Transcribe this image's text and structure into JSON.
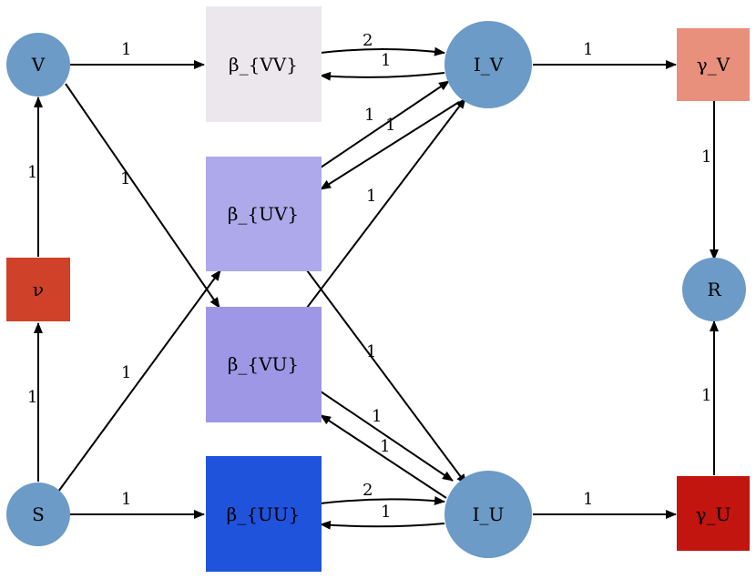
{
  "nodes": {
    "V": {
      "label": "V",
      "kind": "state",
      "color": "#6b9bc6"
    },
    "S": {
      "label": "S",
      "kind": "state",
      "color": "#6b9bc6"
    },
    "IV": {
      "label": "I_V",
      "kind": "state",
      "color": "#6b9bc6"
    },
    "IU": {
      "label": "I_U",
      "kind": "state",
      "color": "#6b9bc6"
    },
    "R": {
      "label": "R",
      "kind": "state",
      "color": "#6b9bc6"
    },
    "nu": {
      "label": "ν",
      "kind": "transition",
      "color": "#cf4128"
    },
    "bVV": {
      "label": "β_{VV}",
      "kind": "transition",
      "color": "#ebe7ed"
    },
    "bUV": {
      "label": "β_{UV}",
      "kind": "transition",
      "color": "#ada9ea"
    },
    "bVU": {
      "label": "β_{VU}",
      "kind": "transition",
      "color": "#9d97e5"
    },
    "bUU": {
      "label": "β_{UU}",
      "kind": "transition",
      "color": "#2053db"
    },
    "gV": {
      "label": "γ_V",
      "kind": "transition",
      "color": "#e8907c"
    },
    "gU": {
      "label": "γ_U",
      "kind": "transition",
      "color": "#c2150f"
    }
  },
  "edges": [
    {
      "id": "V-bVV",
      "from": "V",
      "to": "bVV",
      "weight": "1"
    },
    {
      "id": "bVV-IV",
      "from": "bVV",
      "to": "IV",
      "weight": "2"
    },
    {
      "id": "IV-bVV",
      "from": "IV",
      "to": "bVV",
      "weight": "1"
    },
    {
      "id": "IV-gV",
      "from": "IV",
      "to": "gV",
      "weight": "1"
    },
    {
      "id": "gV-R",
      "from": "gV",
      "to": "R",
      "weight": "1"
    },
    {
      "id": "nu-V",
      "from": "nu",
      "to": "V",
      "weight": "1"
    },
    {
      "id": "S-nu",
      "from": "S",
      "to": "nu",
      "weight": "1"
    },
    {
      "id": "V-bVU",
      "from": "V",
      "to": "bVU",
      "weight": "1"
    },
    {
      "id": "bUV-IV",
      "from": "bUV",
      "to": "IV",
      "weight": "1"
    },
    {
      "id": "IV-bUV",
      "from": "IV",
      "to": "bUV",
      "weight": "1"
    },
    {
      "id": "bVU-IV",
      "from": "bVU",
      "to": "IV",
      "weight": "1"
    },
    {
      "id": "bUV-IU",
      "from": "bUV",
      "to": "IU",
      "weight": "1"
    },
    {
      "id": "S-bUV",
      "from": "S",
      "to": "bUV",
      "weight": "1"
    },
    {
      "id": "bVU-IU",
      "from": "bVU",
      "to": "IU",
      "weight": "1"
    },
    {
      "id": "IU-bVU",
      "from": "IU",
      "to": "bVU",
      "weight": "1"
    },
    {
      "id": "S-bUU",
      "from": "S",
      "to": "bUU",
      "weight": "1"
    },
    {
      "id": "bUU-IU",
      "from": "bUU",
      "to": "IU",
      "weight": "2"
    },
    {
      "id": "IU-bUU",
      "from": "IU",
      "to": "bUU",
      "weight": "1"
    },
    {
      "id": "IU-gU",
      "from": "IU",
      "to": "gU",
      "weight": "1"
    },
    {
      "id": "gU-R",
      "from": "gU",
      "to": "R",
      "weight": "1"
    }
  ]
}
